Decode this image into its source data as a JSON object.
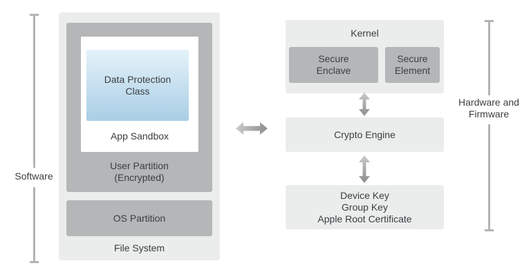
{
  "colors": {
    "box-light": "#ebecec",
    "box-mid": "#b4b6b7",
    "box-white": "#ffffff",
    "grad-top": "#e4f2fa",
    "grad-bottom": "#a9cee5",
    "line": "#b3b3b3",
    "arrow-light": "#cacaca",
    "arrow-dark": "#8d8d8d",
    "text": "#3b3e41",
    "canvas-bg": "#ffffff"
  },
  "brackets": {
    "software": "Software",
    "hardware": [
      "Hardware and",
      "Firmware"
    ]
  },
  "software_stack": {
    "file_system": "File System",
    "os_partition": "OS Partition",
    "user_partition": [
      "User Partition",
      "(Encrypted)"
    ],
    "app_sandbox": "App Sandbox",
    "data_protection": [
      "Data Protection",
      "Class"
    ]
  },
  "hardware_stack": {
    "kernel": "Kernel",
    "secure_enclave": [
      "Secure",
      "Enclave"
    ],
    "secure_element": [
      "Secure",
      "Element"
    ],
    "crypto_engine": "Crypto Engine",
    "keys": [
      "Device Key",
      "Group Key",
      "Apple Root Certificate"
    ]
  }
}
